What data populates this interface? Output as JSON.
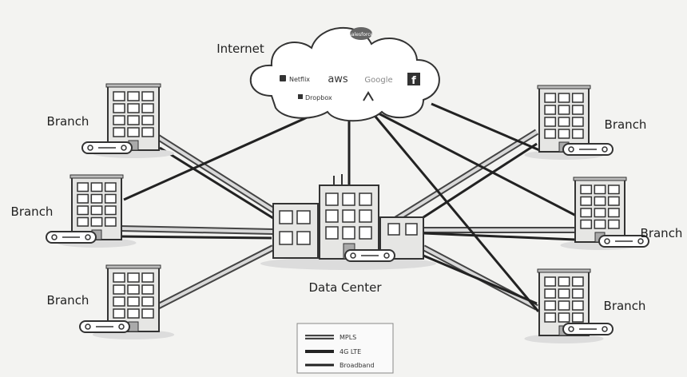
{
  "cloud": {
    "label": "Internet",
    "services": {
      "aws": "aws",
      "google": "Google",
      "facebook": "f",
      "netflix": "Netflix",
      "dropbox": "Dropbox",
      "salesforce": "salesforce"
    }
  },
  "branches": [
    "Branch",
    "Branch",
    "Branch",
    "Branch",
    "Branch",
    "Branch"
  ],
  "datacenter": {
    "label": "Data Center"
  },
  "legend": {
    "mpls": "MPLS",
    "lte": "4G LTE",
    "broadband": "Broadband"
  },
  "colors": {
    "building": "#e6e6e4",
    "building_stroke": "#333333",
    "window": "#ffffff",
    "mpls_outer": "#444444",
    "mpls_inner": "#d9d9d9",
    "link": "#222222",
    "cloud": "#ffffff"
  }
}
